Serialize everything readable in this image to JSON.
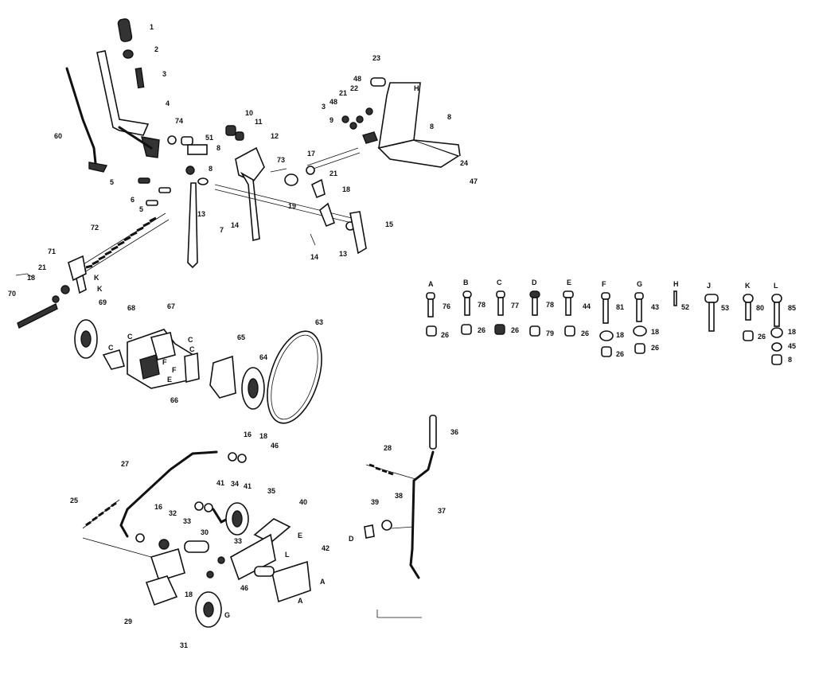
{
  "labels": {
    "p1": "1",
    "p2": "2",
    "p3": "3",
    "p4": "4",
    "p60": "60",
    "p74": "74",
    "p5a": "5",
    "p6a": "6",
    "p5b": "5",
    "p72": "72",
    "p10": "10",
    "p11": "11",
    "p51": "51",
    "p8a": "8",
    "p8b": "8",
    "p12": "12",
    "p13a": "13",
    "p7": "7",
    "p14a": "14",
    "p23": "23",
    "p48a": "48",
    "p22": "22",
    "p21a": "21",
    "p3b": "3",
    "p48b": "48",
    "p9": "9",
    "pH": "H",
    "p8c": "8",
    "p8d": "8",
    "p24": "24",
    "p47": "47",
    "p17": "17",
    "p73": "73",
    "p21b": "21",
    "p18a": "18",
    "p19": "19",
    "p15": "15",
    "p14b": "14",
    "p13b": "13",
    "p71": "71",
    "p21c": "21",
    "p18b": "18",
    "p70": "70",
    "pKa": "K",
    "pKb": "K",
    "p69": "69",
    "p68": "68",
    "p67": "67",
    "pC1": "C",
    "pC2": "C",
    "pC3": "C",
    "pC4": "C",
    "pF1": "F",
    "pF2": "F",
    "pE1": "E",
    "p66": "66",
    "p65": "65",
    "p64": "64",
    "p63": "63",
    "p36": "36",
    "p28": "28",
    "p37": "37",
    "p39": "39",
    "p38": "38",
    "pD1": "D",
    "p16a": "16",
    "p18c": "18",
    "p46a": "46",
    "p27": "27",
    "p25": "25",
    "p41a": "41",
    "p34": "34",
    "p41b": "41",
    "p35": "35",
    "p40": "40",
    "p16b": "16",
    "p32": "32",
    "p33a": "33",
    "p30": "30",
    "p33b": "33",
    "pE2": "E",
    "pL1": "L",
    "p42": "42",
    "pA1": "A",
    "pA2": "A",
    "p18d": "18",
    "p46b": "46",
    "pG1": "G",
    "p29": "29",
    "p31": "31",
    "hA": "A",
    "hB": "B",
    "hC": "C",
    "hD": "D",
    "hE": "E",
    "hF": "F",
    "hG": "G",
    "hH": "H",
    "hJ": "J",
    "hK": "K",
    "hL": "L",
    "n76": "76",
    "n78": "78",
    "n77": "77",
    "n78b": "78",
    "n44": "44",
    "n81": "81",
    "n43": "43",
    "n52": "52",
    "n53": "53",
    "n80": "80",
    "n85": "85",
    "w26a": "26",
    "w26b": "26",
    "w26c": "26",
    "w79": "79",
    "w26d": "26",
    "w18a": "18",
    "w26e": "26",
    "w18b": "18",
    "w26f": "26",
    "w26g": "26",
    "w18c": "18",
    "w45": "45",
    "w8": "8"
  }
}
